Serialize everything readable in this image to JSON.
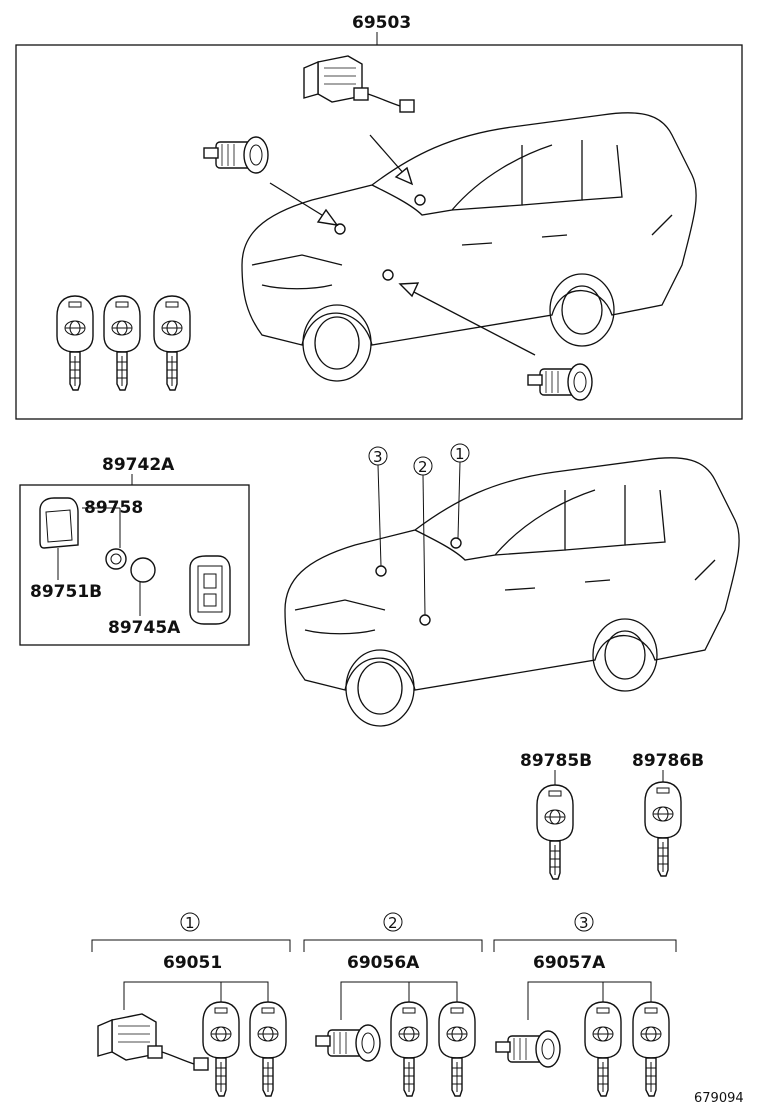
{
  "labels": {
    "top_assembly": "69503",
    "remote_kit": "89742A",
    "remote_case": "89758",
    "remote_cover": "89751B",
    "battery": "89745A",
    "key_plate_1": "89785B",
    "key_plate_2": "89786B",
    "set_1": "69051",
    "set_2": "69056A",
    "set_3": "69057A",
    "callout_1": "1",
    "callout_2": "2",
    "callout_3": "3",
    "diagram_ref": "679094"
  }
}
